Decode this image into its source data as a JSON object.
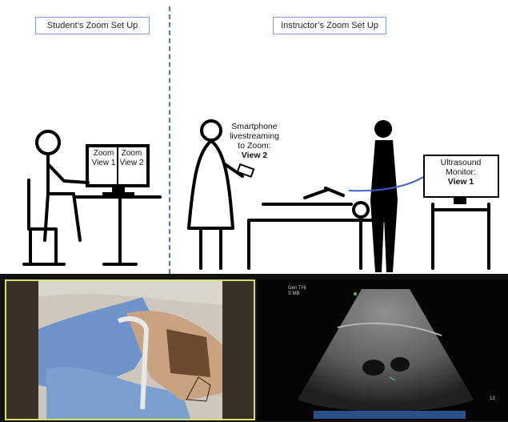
{
  "labels": {
    "student_setup": "Student’s Zoom Set Up",
    "instructor_setup": "Instructor’s Zoom Set Up"
  },
  "student_screen": {
    "view1": "Zoom View 1",
    "view2": "Zoom View 2"
  },
  "smartphone_callout": {
    "text": "Smartphone livestreaming to Zoom:",
    "view": "View 2"
  },
  "monitor_callout": {
    "text": "Ultrasound Monitor:",
    "view": "View 1"
  },
  "ultrasound_overlay": {
    "top_left_1": "Gen THI",
    "top_left_2": "S MB",
    "right_number": "13"
  },
  "colors": {
    "divider": "#4a78cf",
    "label_border": "#7f9fd1",
    "probe_cable": "#3b63c4",
    "photo_border": "#d4e06a"
  }
}
